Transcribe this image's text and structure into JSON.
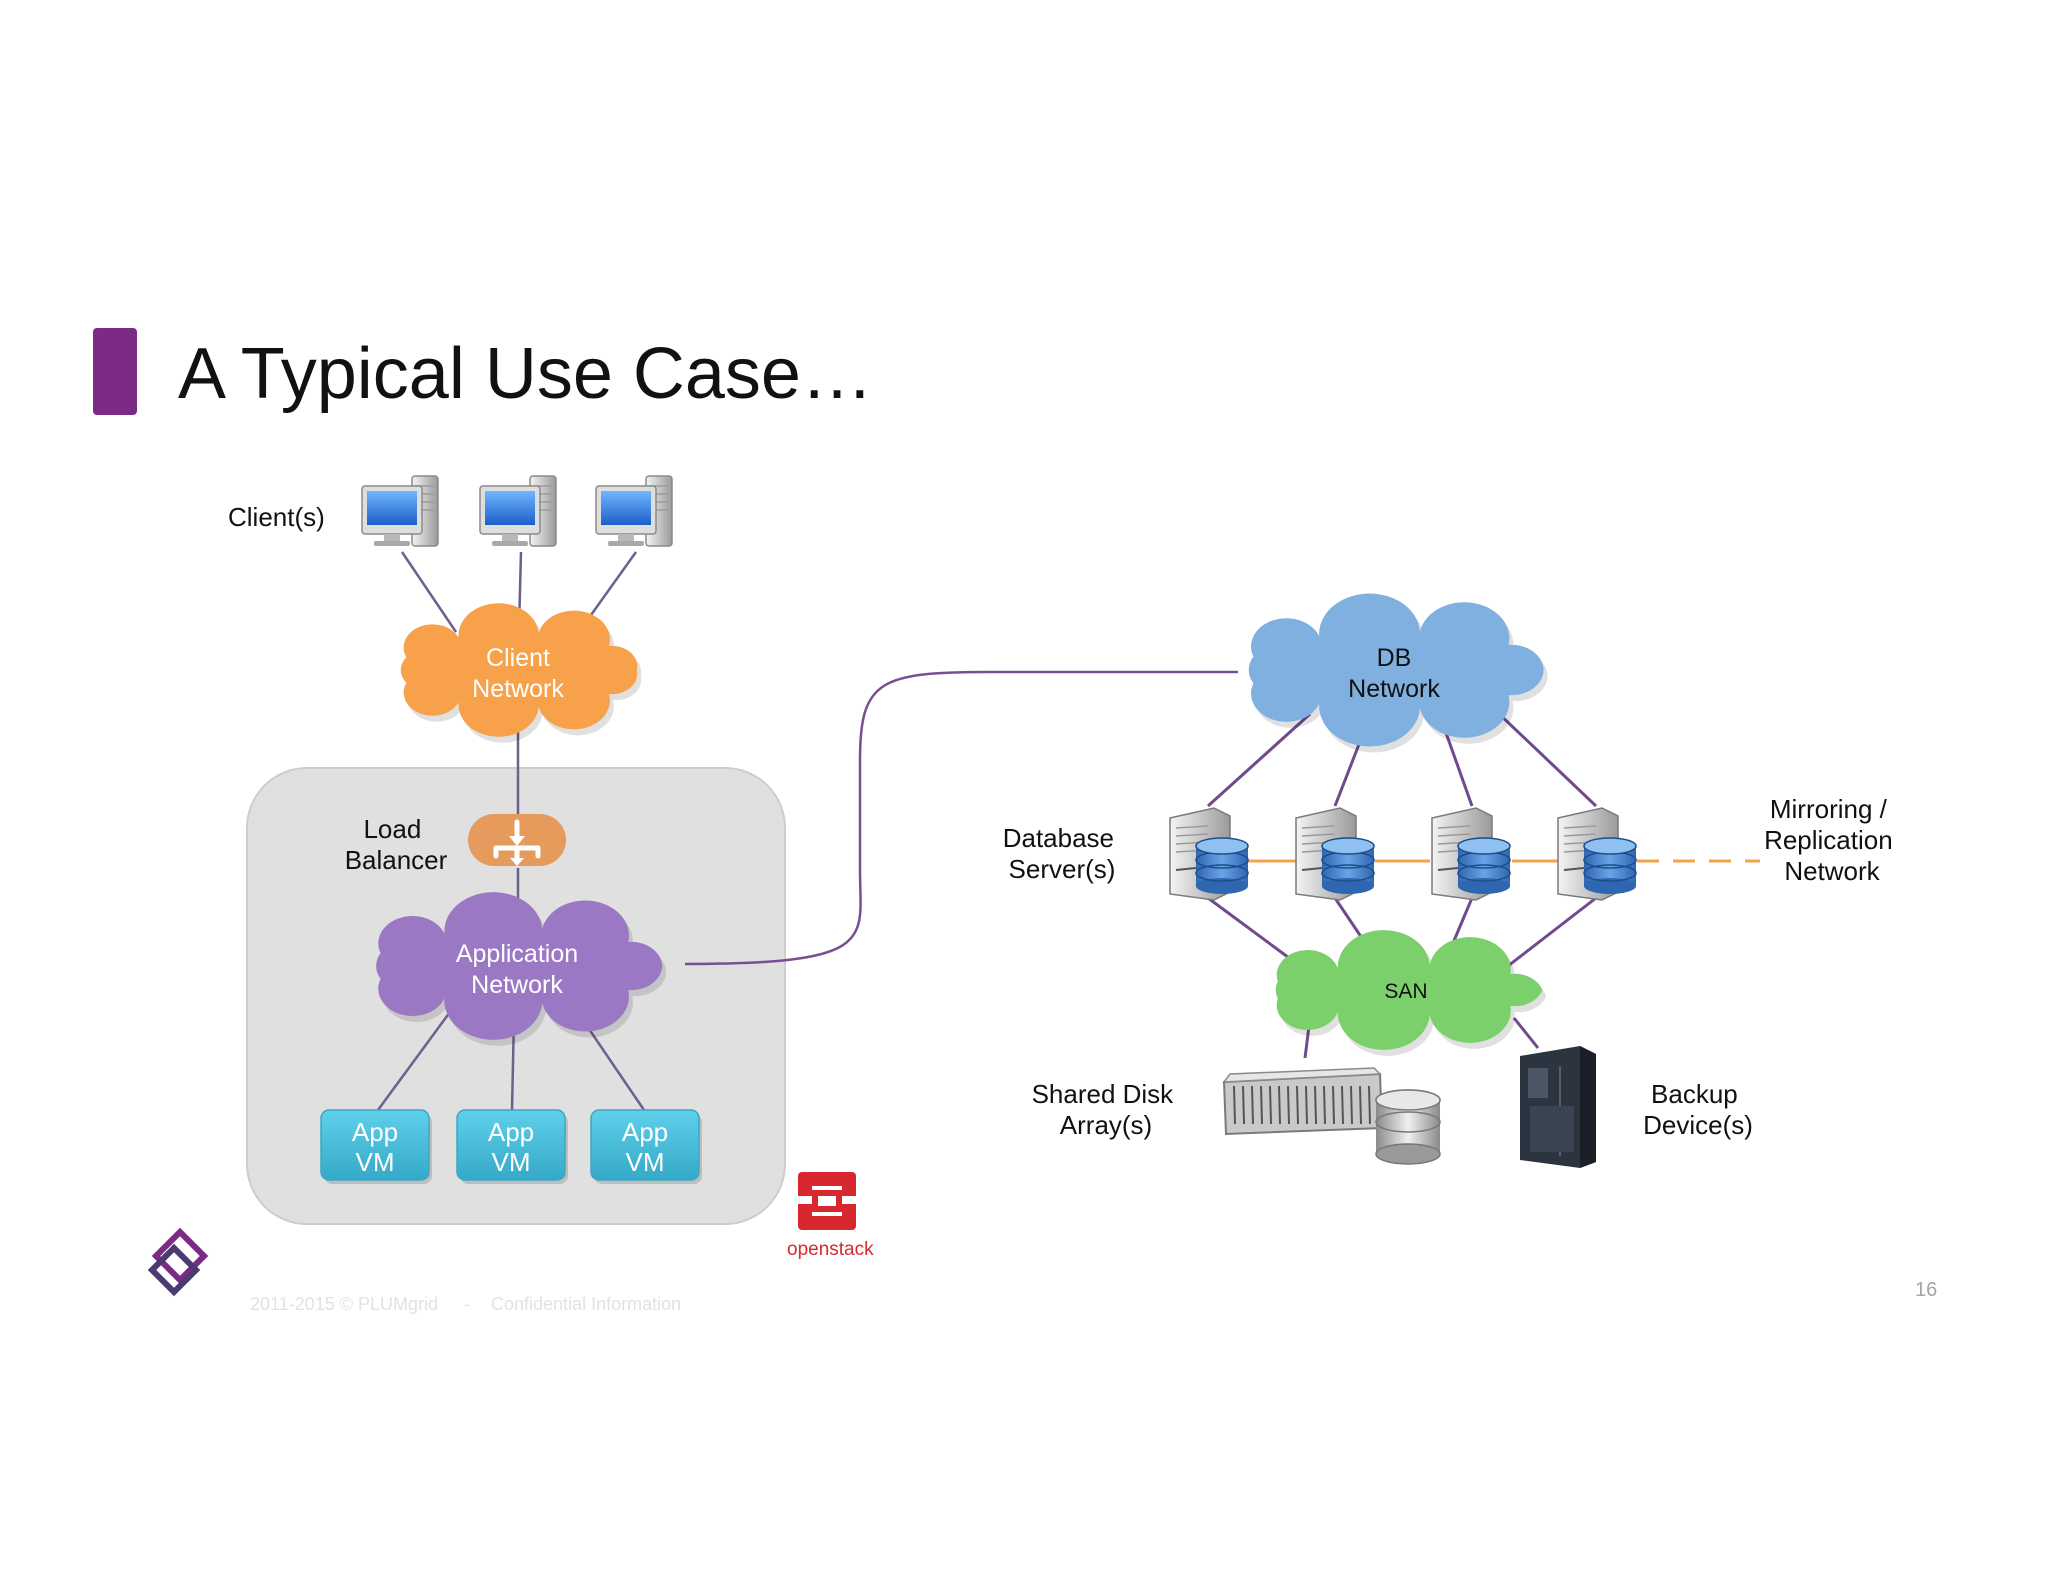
{
  "slide": {
    "title": "A Typical Use Case…",
    "page_number": "16",
    "footer_copyright": "2011-2015 © PLUMgrid",
    "footer_separator": "-",
    "footer_confidential": "Confidential Information",
    "openstack_text": "openstack"
  },
  "left": {
    "clients_label": "Client(s)",
    "client_network": [
      "Client",
      "Network"
    ],
    "load_balancer": [
      "Load",
      "Balancer"
    ],
    "application_network": [
      "Application",
      "Network"
    ],
    "app_vm_lines": [
      "App",
      "VM"
    ]
  },
  "right": {
    "db_network": [
      "DB",
      "Network"
    ],
    "database_servers": [
      "Database",
      "Server(s)"
    ],
    "mirroring": [
      "Mirroring /",
      "Replication",
      "Network"
    ],
    "san": "SAN",
    "shared_disk": [
      "Shared Disk",
      "Array(s)"
    ],
    "backup": [
      "Backup",
      "Device(s)"
    ]
  },
  "colors": {
    "title_accent": "#7b2a86",
    "client_cloud": "#f7a24a",
    "app_cloud": "#9a78c4",
    "db_cloud": "#7fb0e0",
    "san_cloud": "#7cd06b",
    "app_vm": "#4bc0dc",
    "load_balancer": "#e69a5c",
    "app_container": "#e0e0e0",
    "replication_link": "#f5a34a",
    "connector": "#6f4a8c"
  }
}
